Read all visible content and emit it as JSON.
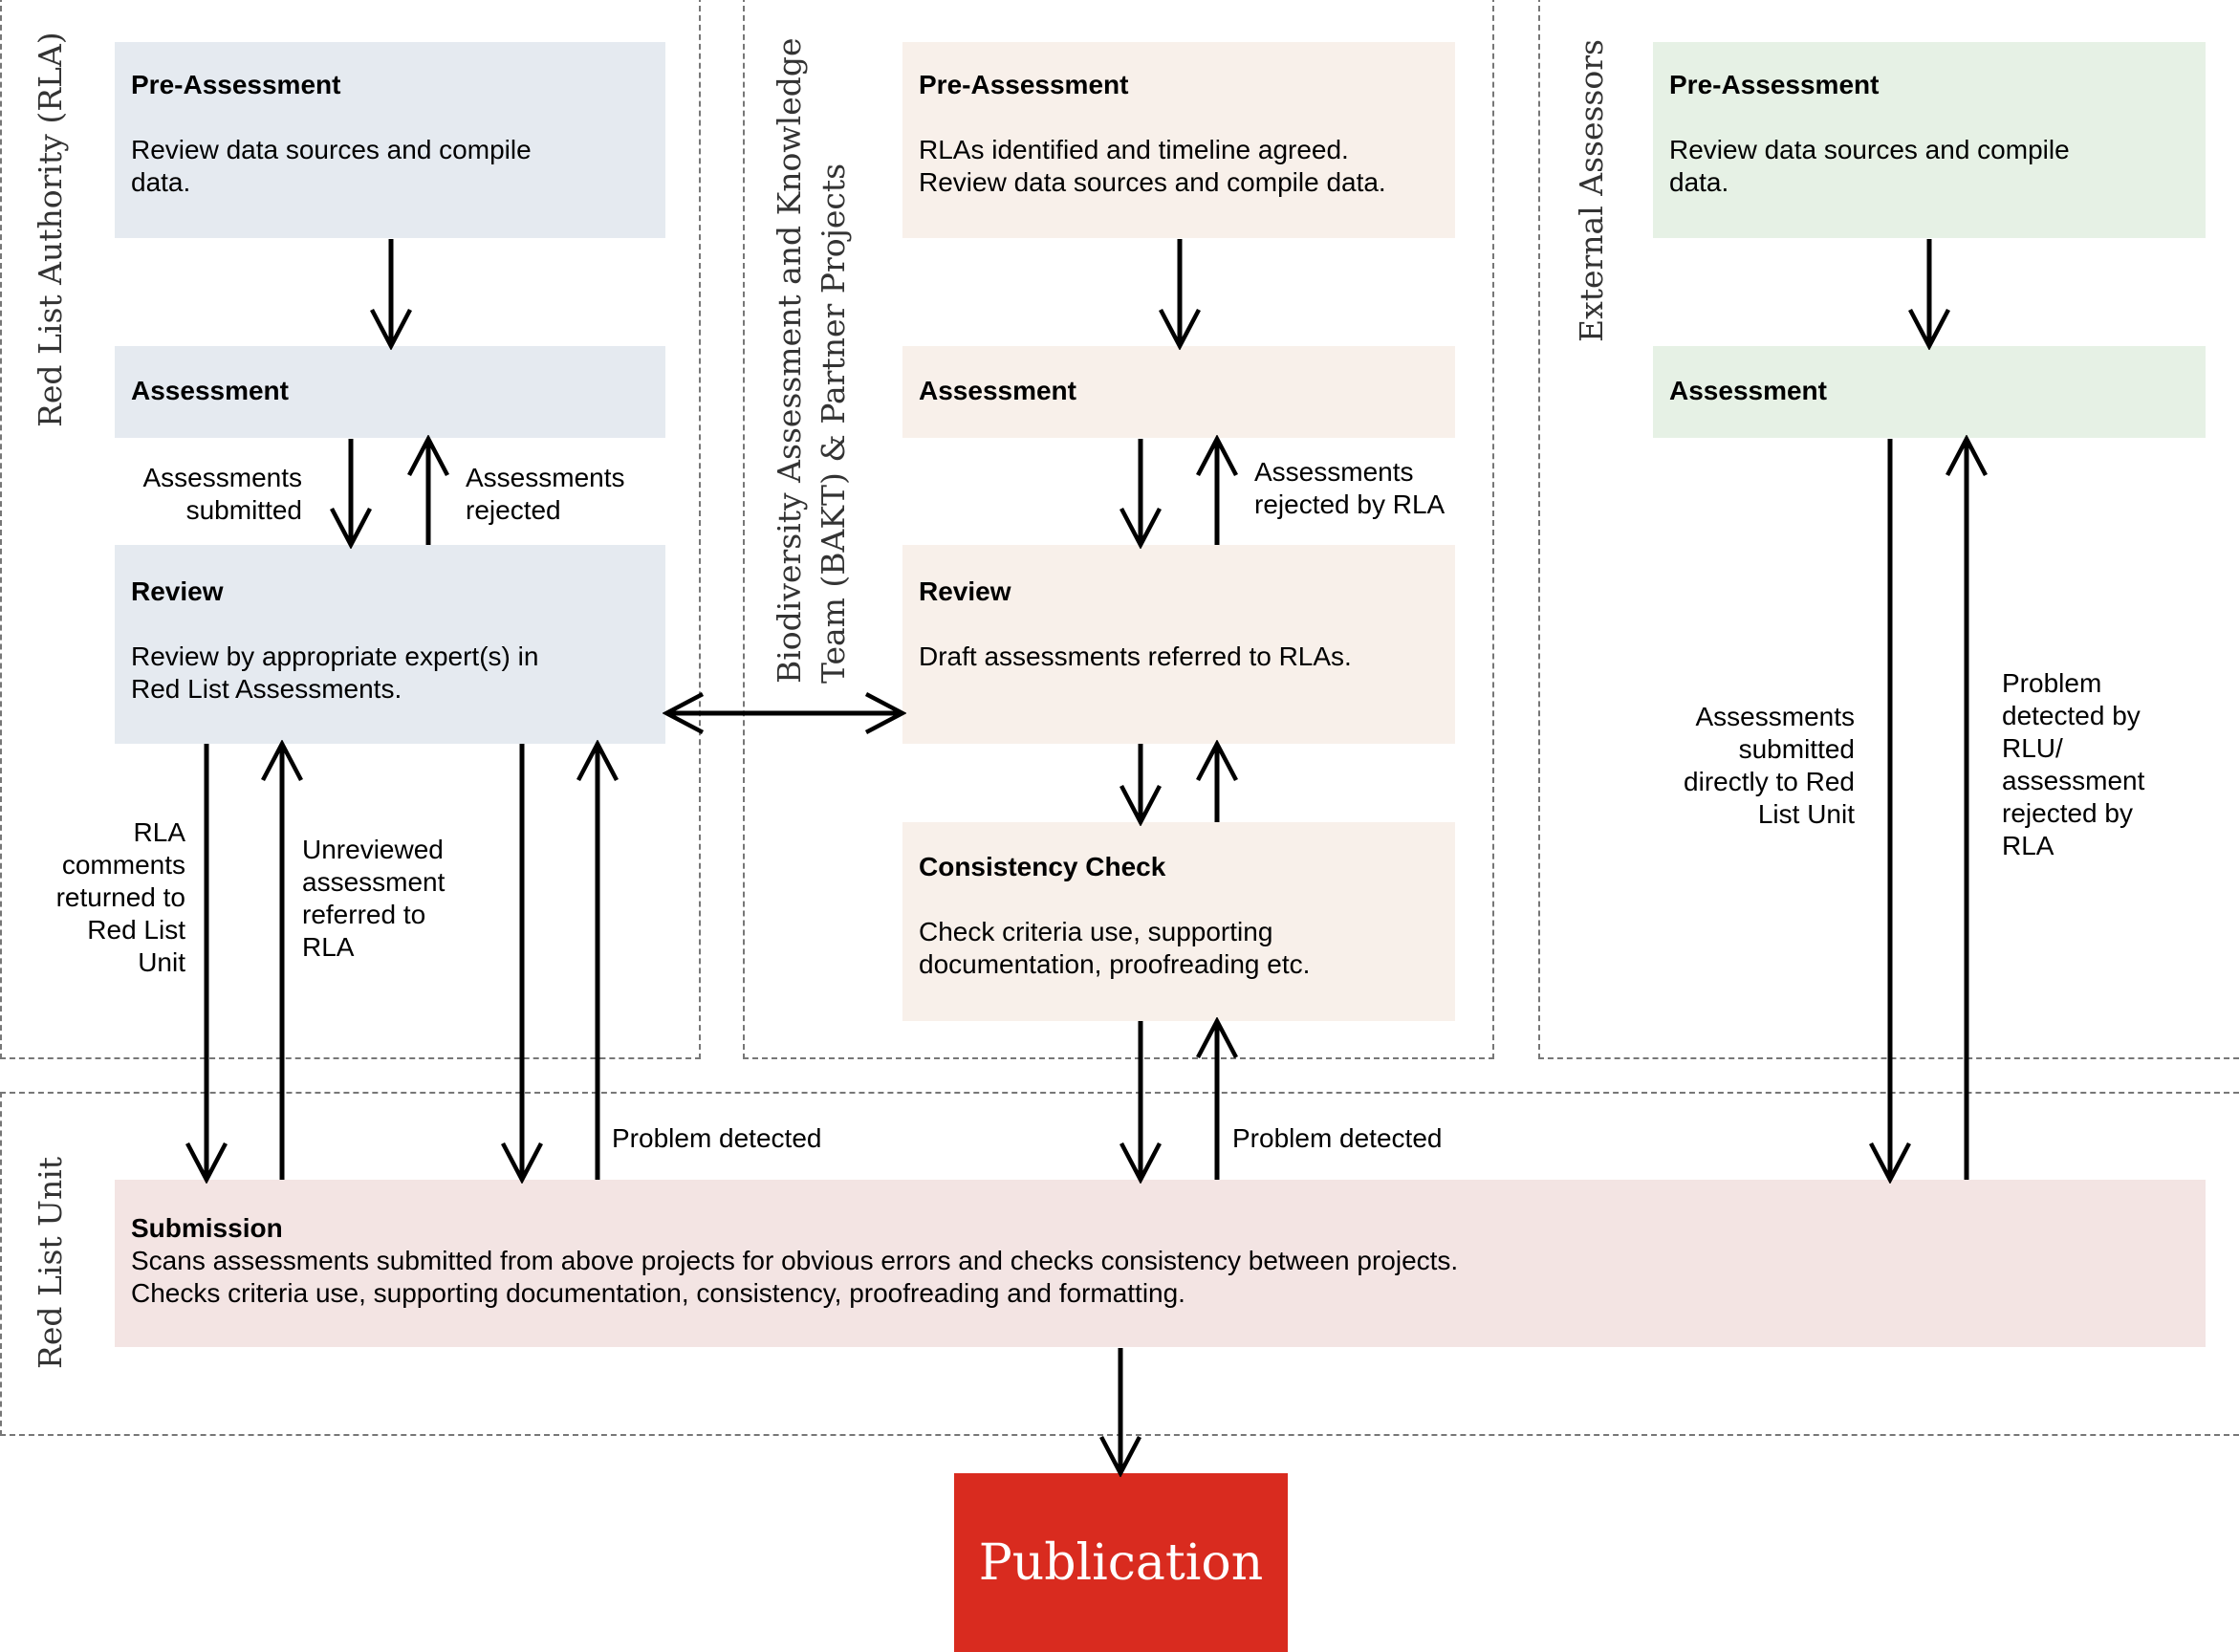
{
  "colors": {
    "rla_fill": "#e5eaf0",
    "bakt_fill": "#f8f0ea",
    "external_fill": "#e6f1e5",
    "rlu_fill": "#f3e4e3",
    "publication_fill": "#d92b1f",
    "dashed_border": "#777777"
  },
  "lanes": {
    "rla": {
      "title": "Red List Authority (RLA)"
    },
    "bakt": {
      "title_line1": "Biodiversity Assessment and Knowledge",
      "title_line2": "Team (BAKT) & Partner Projects"
    },
    "external": {
      "title": "External Assessors"
    },
    "rlu": {
      "title": "Red List Unit"
    }
  },
  "rla": {
    "pre_assessment": {
      "title": "Pre-Assessment",
      "body": "Review data sources and compile\ndata."
    },
    "assessment": {
      "title": "Assessment"
    },
    "review": {
      "title": "Review",
      "body": "Review by appropriate expert(s) in\nRed List Assessments."
    },
    "label_submitted": "Assessments\nsubmitted",
    "label_rejected": "Assessments\nrejected",
    "label_rla_comments": "RLA\ncomments\nreturned to\nRed List\nUnit",
    "label_unreviewed": "Unreviewed\nassessment\nreferred to\nRLA",
    "label_problem": "Problem detected"
  },
  "bakt": {
    "pre_assessment": {
      "title": "Pre-Assessment",
      "body": "RLAs identified and timeline agreed.\nReview data sources and compile data."
    },
    "assessment": {
      "title": "Assessment"
    },
    "review": {
      "title": "Review",
      "body": "Draft assessments referred to RLAs."
    },
    "consistency": {
      "title": "Consistency Check",
      "body": "Check criteria use, supporting\ndocumentation, proofreading etc."
    },
    "label_rejected_rla": "Assessments\nrejected by RLA",
    "label_problem": "Problem detected"
  },
  "external": {
    "pre_assessment": {
      "title": "Pre-Assessment",
      "body": "Review data sources and compile\ndata."
    },
    "assessment": {
      "title": "Assessment"
    },
    "label_submitted_direct": "Assessments\nsubmitted\ndirectly to Red\nList Unit",
    "label_problem_rlu": "Problem\ndetected by\nRLU/\nassessment\nrejected by\nRLA"
  },
  "rlu": {
    "submission": {
      "title": "Submission",
      "body": "Scans assessments submitted from above projects for obvious errors and checks consistency between projects.\nChecks criteria use, supporting documentation, consistency, proofreading and formatting."
    }
  },
  "publication": {
    "label": "Publication"
  }
}
